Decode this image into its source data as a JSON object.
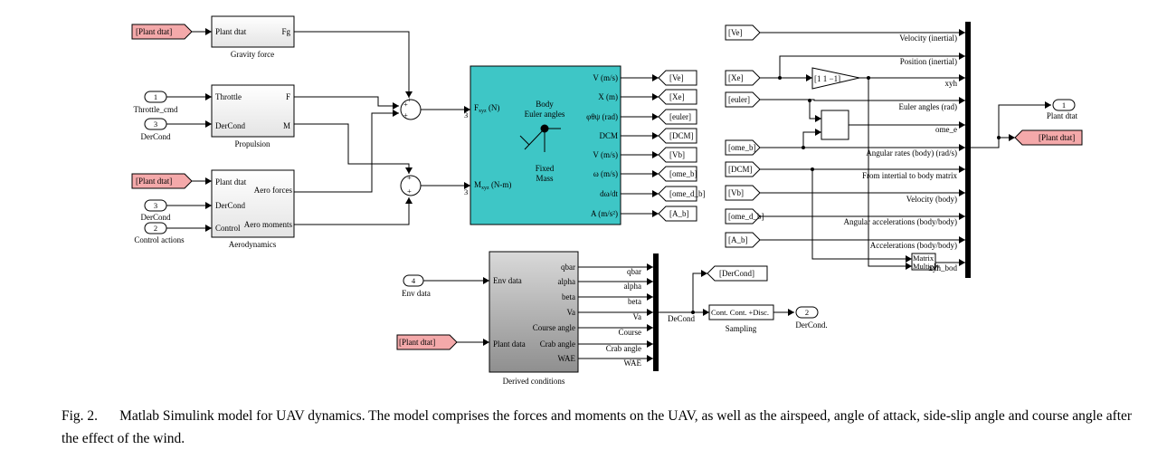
{
  "colors": {
    "goto_fill": "#f4a9aa",
    "body_fill": "#3ec6c6",
    "derived_fill_top": "#d9d9d9",
    "derived_fill_bottom": "#8f8f8f",
    "line": "#000000"
  },
  "blocks": {
    "plant_dtat_goto_1": "[Plant dtat]",
    "plant_dtat_goto_2": "[Plant dtat]",
    "plant_dtat_goto_3": "[Plant dtat]",
    "plant_dtat_goto_out": "[Plant dtat]",
    "gravity": {
      "in": "Plant dtat",
      "out": "Fg",
      "title": "Gravity force"
    },
    "propulsion": {
      "in1": "Throttle",
      "in2": "DerCond",
      "out1": "F",
      "out2": "M",
      "title": "Propulsion"
    },
    "aero": {
      "in1": "Plant dtat",
      "in2": "DerCond",
      "in3": "Control",
      "out1": "Aero forces",
      "out2": "Aero moments",
      "title": "Aerodynamics"
    },
    "inport_1": {
      "num": "1",
      "label": "Throttle_cmd"
    },
    "inport_3a": {
      "num": "3",
      "label": "DerCond"
    },
    "inport_3b": {
      "num": "3",
      "label": "DerCond"
    },
    "inport_2": {
      "num": "2",
      "label": "Control actions"
    },
    "inport_4": {
      "num": "4",
      "label": "Env data"
    },
    "sum_signs": "+",
    "body": {
      "in_force": "F",
      "in_force_sub": "xyz",
      "in_force_unit": " (N)",
      "in_moment": "M",
      "in_moment_sub": "xyz",
      "in_moment_unit": " (N-m)",
      "dim": "3",
      "center_line1": "Body",
      "center_line2": "Euler angles",
      "center_line3": "Fixed",
      "center_line4": "Mass",
      "outputs": [
        "V (m/s)",
        "X (m)",
        "φθψ (rad)",
        "DCM",
        "V (m/s)",
        "ω (m/s)",
        "dω/dt",
        "A (m/s²)"
      ]
    },
    "body_goto": [
      "[Ve]",
      "[Xe]",
      "[euler]",
      "[DCM]",
      "[Vb]",
      "[ome_b]",
      "[ome_d_b]",
      "[A_b]"
    ],
    "from_tags": [
      "[Ve]",
      "[Xe]",
      "[euler]",
      "[ome_b]",
      "[DCM]",
      "[Vb]",
      "[ome_d_b]",
      "[A_b]"
    ],
    "gain": "[1 1 −1]",
    "bus_labels": [
      "Velocity (inertial)",
      "Position (inertial)",
      "xyh",
      "Euler angles (rad)",
      "ome_e",
      "Angular rates (body) (rad/s)",
      "From intertial to body matrix",
      "Velocity (body)",
      "Angular accelerations (body/body)",
      "Accelerations (body/body)",
      "xyh_bod"
    ],
    "matrix_multiply": [
      "Matrix",
      "Multiply"
    ],
    "outport_1": {
      "num": "1",
      "label": "Plant dtat"
    },
    "derived": {
      "in1": "Env data",
      "in2": "Plant data",
      "outs": [
        "qbar",
        "alpha",
        "beta",
        "Va",
        "Course angle",
        "Crab angle",
        "WAE"
      ],
      "title": "Derived conditions"
    },
    "derived_bus": [
      "qbar",
      "alpha",
      "beta",
      "Va",
      "Course",
      "Crab angle",
      "WAE"
    ],
    "decond": "DeCond",
    "dercond_goto": "[DerCond]",
    "sampling": {
      "label": "Cont. Cont. +Disc.",
      "title": "Sampling"
    },
    "outport_2": {
      "num": "2",
      "label": "DerCond."
    }
  },
  "caption": {
    "label": "Fig. 2.",
    "text": "Matlab Simulink model for UAV dynamics. The model comprises the forces and moments on the UAV, as well as the airspeed, angle of attack, side-slip angle and course angle after the effect of the wind."
  }
}
